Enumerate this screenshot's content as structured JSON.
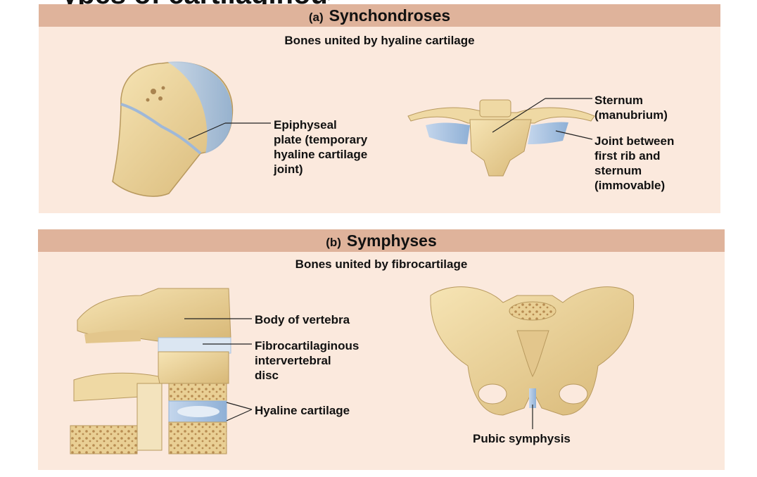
{
  "page_title_partial": "ypes of cartilaginous joints",
  "panel_a": {
    "tag": "(a)",
    "title": "Synchondroses",
    "subtitle": "Bones united by hyaline cartilage",
    "labels": {
      "epiphyseal_plate": "Epiphyseal\nplate (temporary\nhyaline cartilage\njoint)",
      "sternum": "Sternum\n(manubrium)",
      "rib_joint": "Joint between\nfirst rib and\nsternum\n(immovable)"
    }
  },
  "panel_b": {
    "tag": "(b)",
    "title": "Symphyses",
    "subtitle": "Bones united by fibrocartilage",
    "labels": {
      "body_of_vertebra": "Body of vertebra",
      "disc": "Fibrocartilaginous\nintervertebral\ndisc",
      "hyaline_cartilage": "Hyaline cartilage",
      "pubic_symphysis": "Pubic symphysis"
    }
  },
  "colors": {
    "panel_bg": "#fbe9dd",
    "band": "#dfb39b",
    "bone": "#ecd49a",
    "bone_shadow": "#c9a86a",
    "cartilage": "#a9c3e0"
  }
}
